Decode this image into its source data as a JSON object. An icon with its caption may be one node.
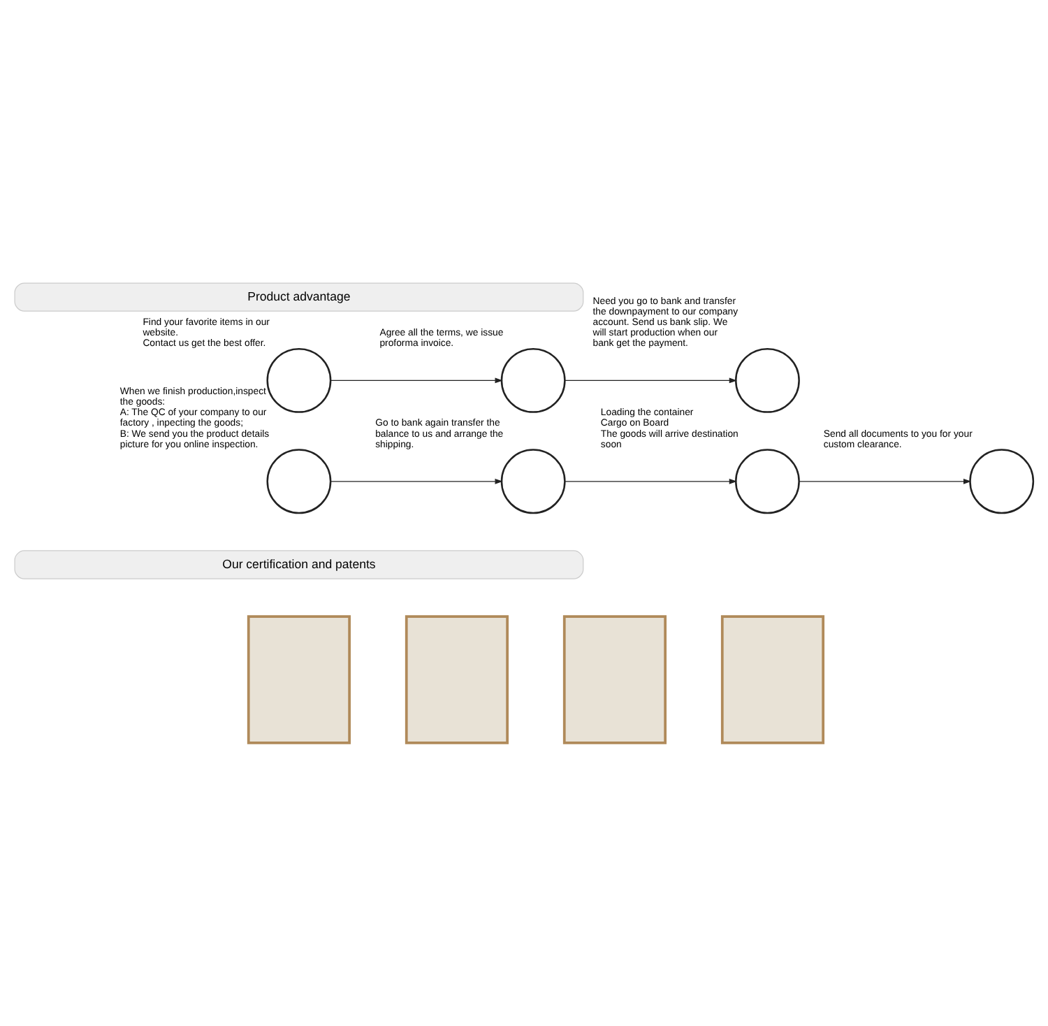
{
  "diagram": {
    "nodes": [
      {
        "text": [
          "Product advantage"
        ]
      },
      {
        "text": [],
        "shape": "circle",
        "beside": [
          "Find your favorite items in our website.",
          "Contact us get the best offer."
        ]
      },
      {
        "text": [],
        "shape": "circle",
        "beside": [
          "Agree all the terms, we issue proforma invoice."
        ]
      },
      {
        "text": [],
        "shape": "circle",
        "beside": [
          "Need you go to bank and transfer the downpayment to our company account. Send us bank slip. We will start production when our bank get the payment."
        ]
      },
      {
        "text": [],
        "shape": "circle",
        "beside": [
          "When we finish production,inspect the goods:",
          "A: The QC of your company to our factory , inpecting the goods;",
          "B: We send you the product details picture for you online inspection."
        ]
      },
      {
        "text": [],
        "shape": "circle",
        "beside": [
          "Go to bank again transfer the balance to us and arrange the shipping."
        ]
      },
      {
        "text": [],
        "shape": "circle",
        "beside": [
          "Loading the container",
          "Cargo on Board",
          "The goods will arrive destination soon"
        ]
      },
      {
        "text": [],
        "shape": "circle",
        "beside": [
          "Send all documents to you for your custom clearance."
        ]
      },
      {
        "text": [
          "Our certification and patents"
        ]
      },
      {
        "text": [],
        "shape": "box"
      },
      {
        "text": [],
        "shape": "box"
      },
      {
        "text": [],
        "shape": "box"
      },
      {
        "text": [],
        "shape": "box"
      }
    ],
    "edges": [
      {
        "from": 1,
        "to": 2,
        "arrow": "to"
      },
      {
        "from": 2,
        "to": 3,
        "arrow": "to"
      },
      {
        "from": 4,
        "to": 5,
        "arrow": "to"
      },
      {
        "from": 5,
        "to": 6,
        "arrow": "to"
      },
      {
        "from": 6,
        "to": 7,
        "arrow": "to"
      }
    ]
  }
}
